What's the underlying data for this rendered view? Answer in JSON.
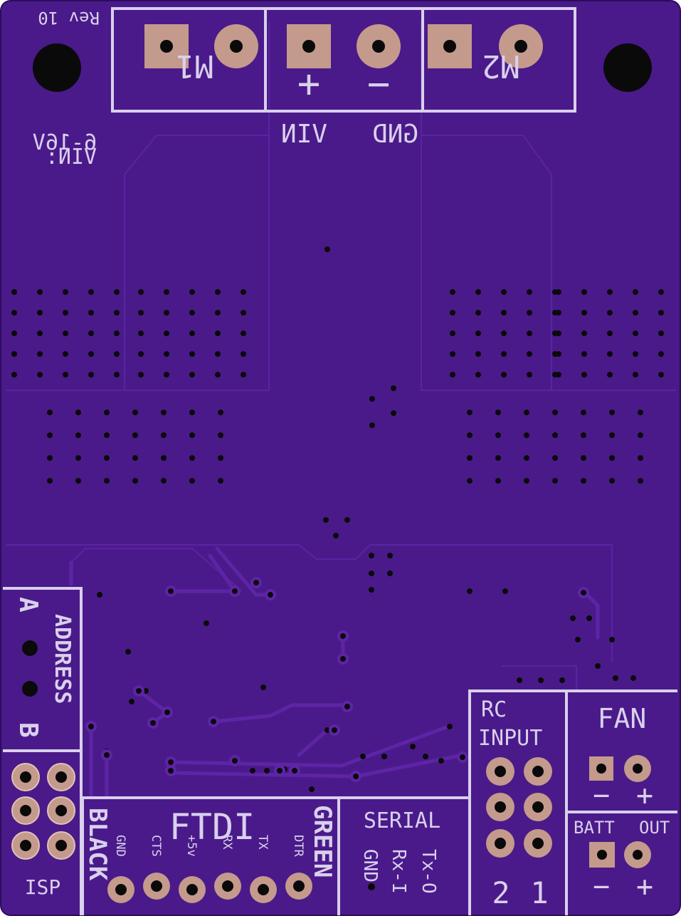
{
  "colors": {
    "board": "#4a1a8a",
    "silk": "#d9d0ec",
    "pad": "#c49a8c",
    "hole": "#0a0a0a",
    "trace": "#56209a"
  },
  "labels": {
    "rev": "Rev 10",
    "vin_range_1": "VIN:",
    "vin_range_2": "6-16V",
    "m1": "M1",
    "m2": "M2",
    "plus": "+",
    "minus": "−",
    "vin": "VIN",
    "gnd": "GND",
    "address": "ADDRESS",
    "addr_a": "A",
    "addr_b": "B",
    "isp": "ISP",
    "ftdi": "FTDI",
    "black": "BLACK",
    "green": "GREEN",
    "ftdi_pins": [
      "GND",
      "CTS",
      "+5v",
      "RX",
      "TX",
      "DTR"
    ],
    "serial": "SERIAL",
    "serial_pins": [
      "GND",
      "Rx-I",
      "Tx-O"
    ],
    "rc_1": "RC",
    "rc_2": "INPUT",
    "rc_ch2": "2",
    "rc_ch1": "1",
    "fan": "FAN",
    "fan_minus": "−",
    "fan_plus": "+",
    "batt": "BATT",
    "out": "OUT",
    "batt_minus": "−",
    "batt_plus": "+"
  }
}
